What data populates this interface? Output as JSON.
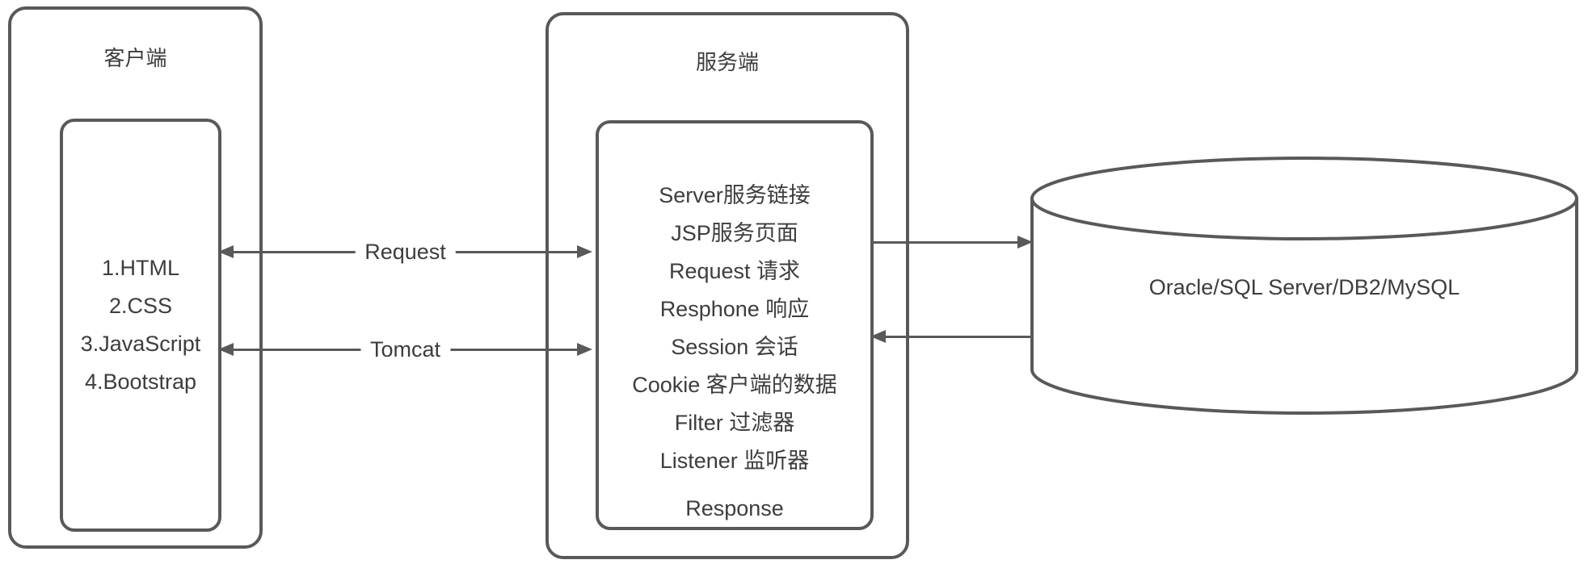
{
  "client": {
    "title": "客户端",
    "items": [
      "1.HTML",
      "2.CSS",
      "3.JavaScript",
      "4.Bootstrap"
    ]
  },
  "server": {
    "title": "服务端",
    "items": [
      "Server服务链接",
      "JSP服务页面",
      "Request 请求",
      "Resphone 响应",
      "Session 会话",
      "Cookie 客户端的数据",
      "Filter 过滤器",
      "Listener 监听器",
      "Response"
    ]
  },
  "database": {
    "label": "Oracle/SQL Server/DB2/MySQL"
  },
  "connections": {
    "request_label": "Request",
    "tomcat_label": "Tomcat"
  },
  "colors": {
    "stroke": "#595959",
    "text": "#3d3d3d",
    "background": "#ffffff"
  }
}
